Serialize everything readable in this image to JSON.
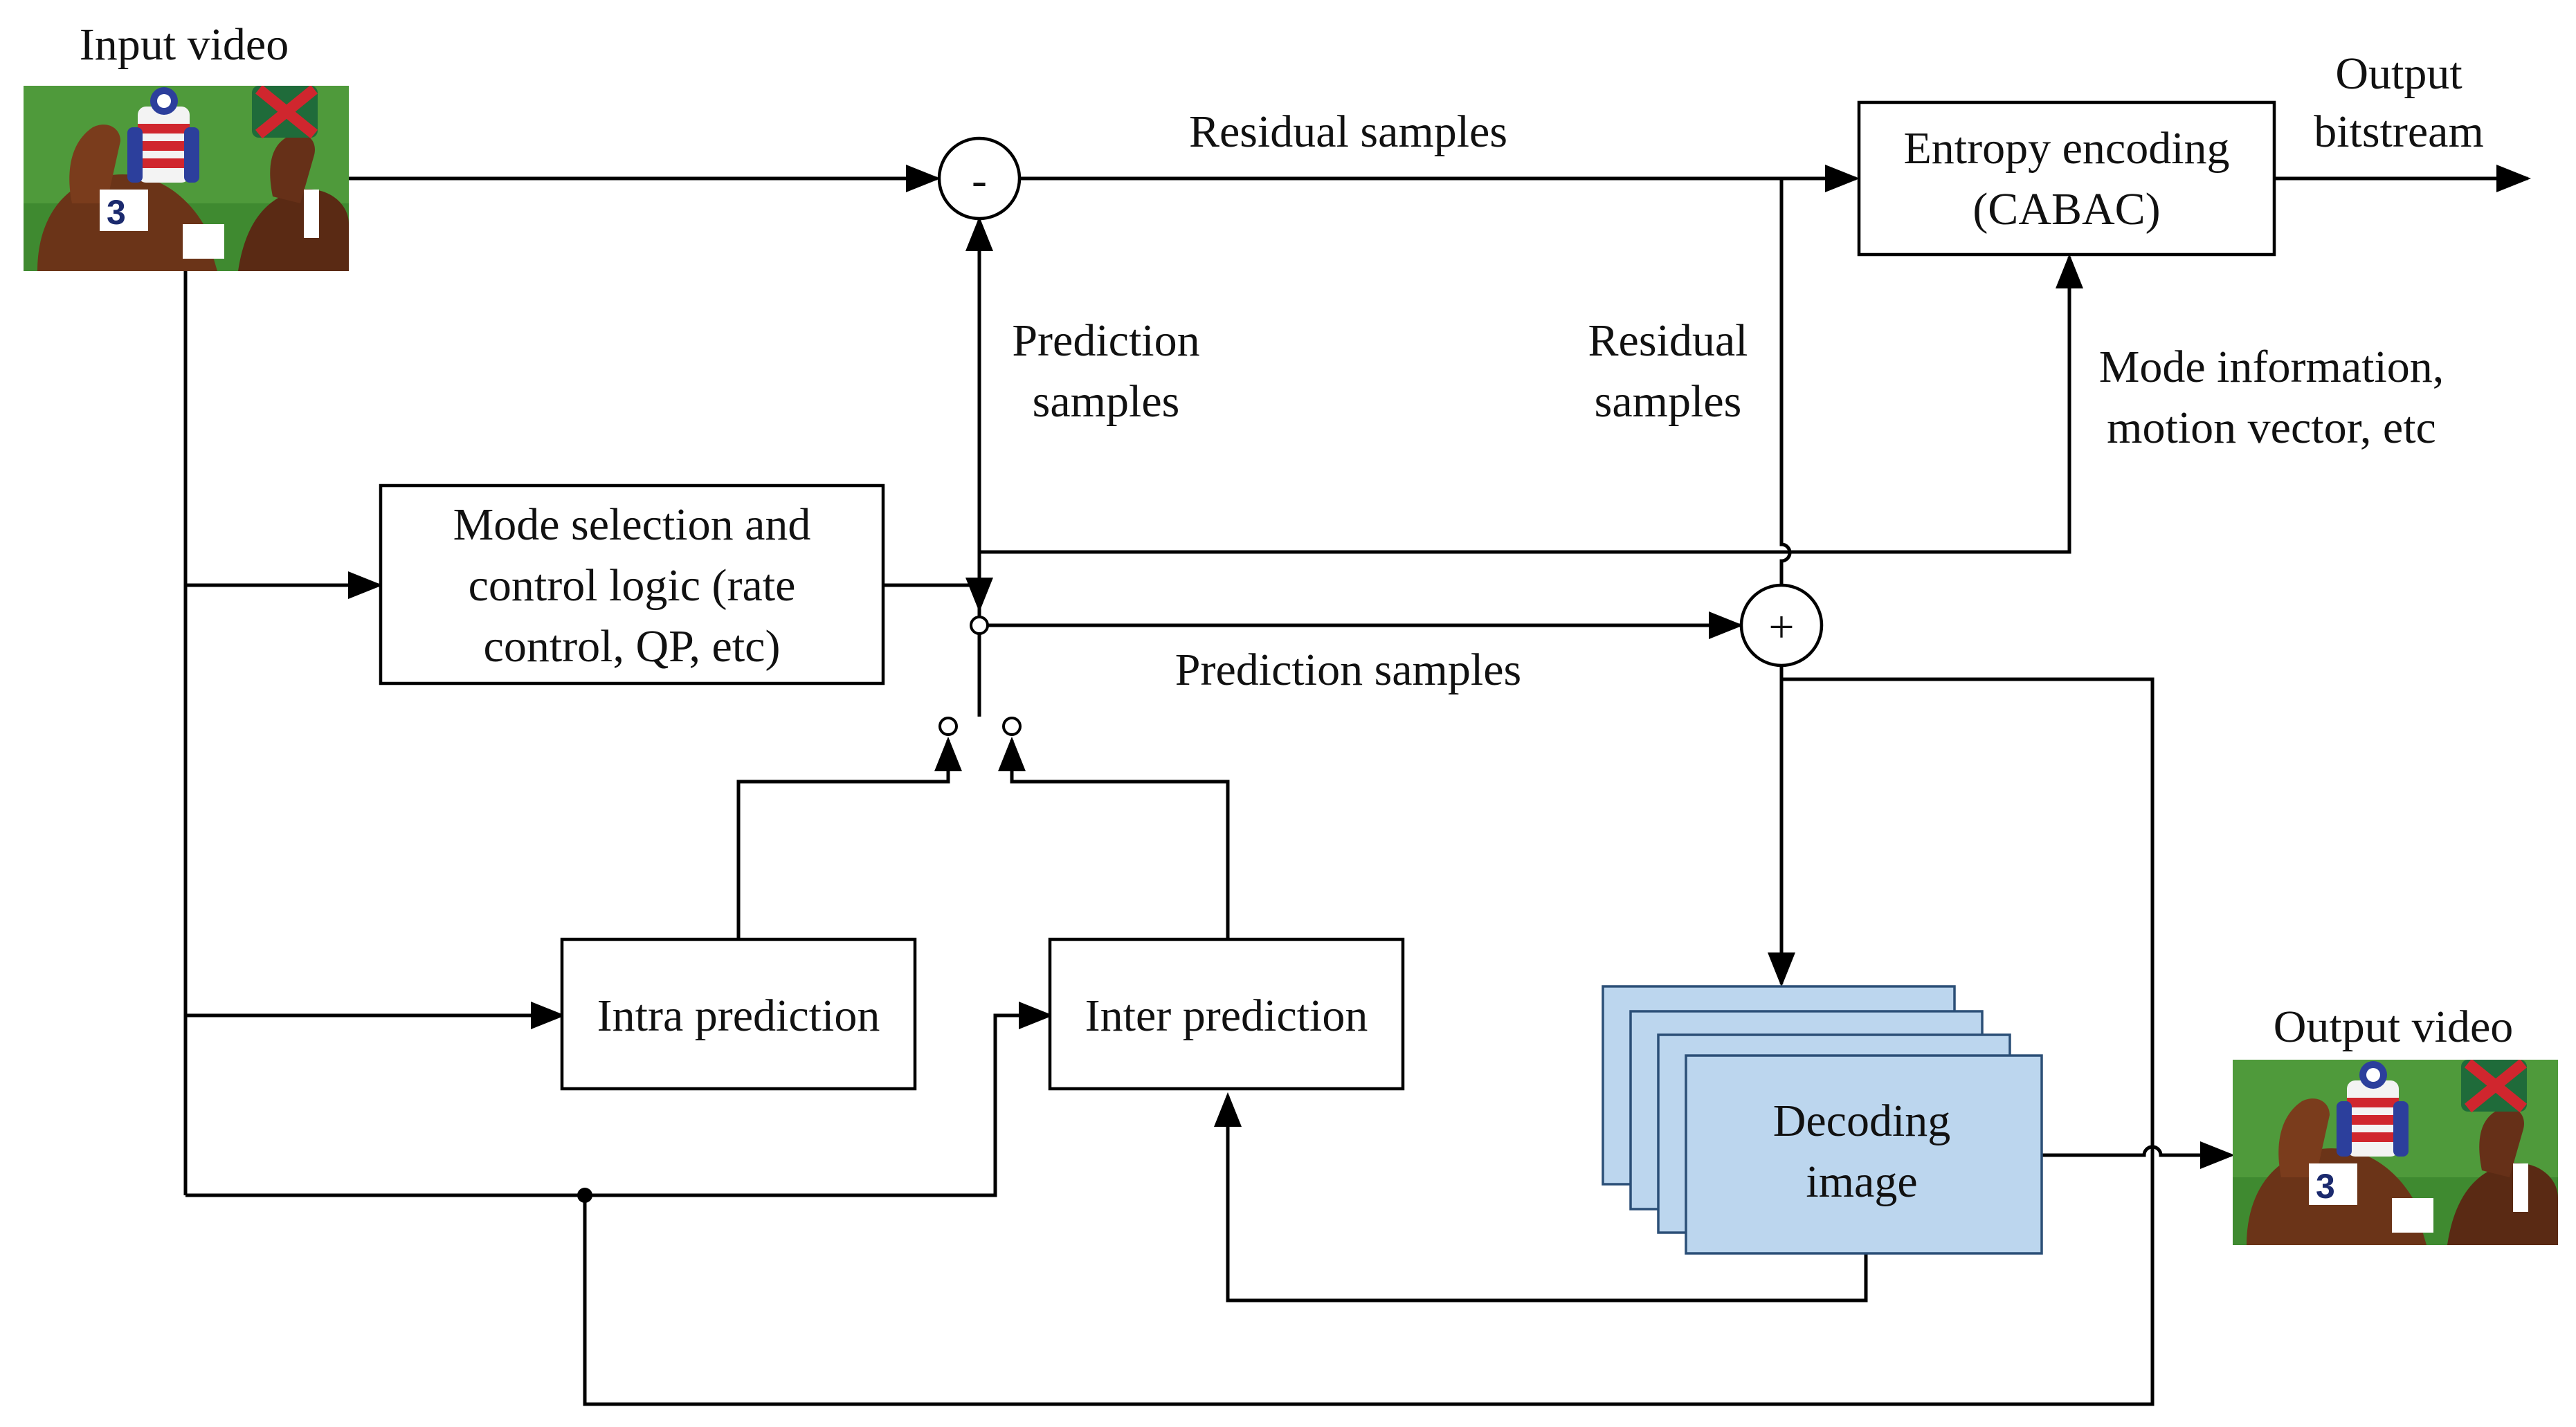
{
  "labels": {
    "input_video": "Input video",
    "output_bitstream": [
      "Output",
      "bitstream"
    ],
    "output_video": "Output video",
    "residual_samples_top": "Residual samples",
    "residual_samples_vertical": [
      "Residual",
      "samples"
    ],
    "prediction_samples_vertical": [
      "Prediction",
      "samples"
    ],
    "prediction_samples_horizontal": "Prediction samples",
    "mode_information": [
      "Mode information,",
      "motion vector, etc"
    ]
  },
  "blocks": {
    "entropy_encoding": [
      "Entropy encoding",
      "(CABAC)"
    ],
    "mode_selection": [
      "Mode selection and",
      "control logic (rate",
      "control, QP, etc)"
    ],
    "intra_prediction": "Intra prediction",
    "inter_prediction": "Inter prediction",
    "decoding_image": [
      "Decoding",
      "image"
    ]
  },
  "symbols": {
    "subtract": "-",
    "add": "+"
  },
  "colors": {
    "line": "#000000",
    "decoding_fill": "#bcd6ee",
    "decoding_stroke": "#2b4f77"
  },
  "images": {
    "input_video": "horse-race-photo",
    "output_video": "horse-race-photo"
  }
}
